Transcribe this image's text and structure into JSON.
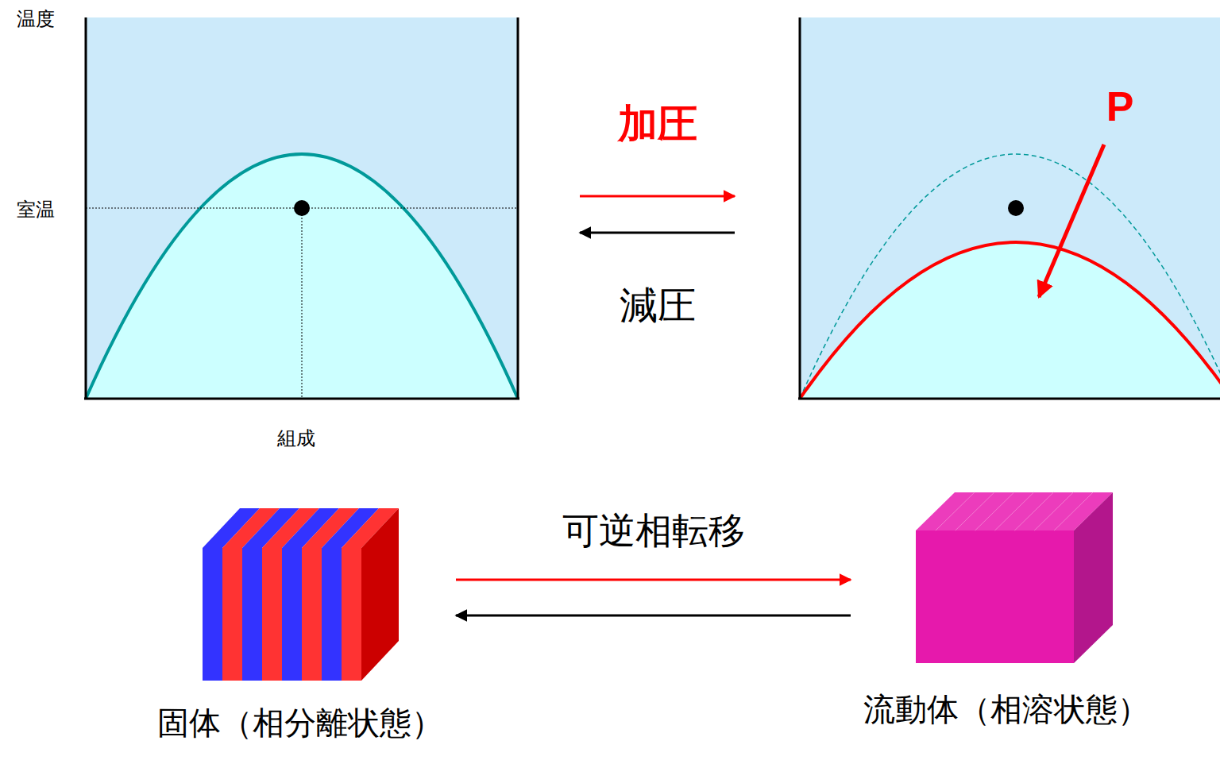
{
  "diagram": {
    "nodes": [
      {
        "text": [
          "固体（相分離状態）"
        ]
      },
      {
        "text": [
          "流動体（相溶状態）"
        ]
      }
    ],
    "edges": [
      {
        "from": 0,
        "to": 1,
        "arrow": "to",
        "label": "可逆相転移"
      },
      {
        "from": 1,
        "to": 0,
        "arrow": "to"
      }
    ],
    "labels": [
      "温度",
      "室温",
      "組成",
      "加圧",
      "減圧",
      "P"
    ]
  }
}
